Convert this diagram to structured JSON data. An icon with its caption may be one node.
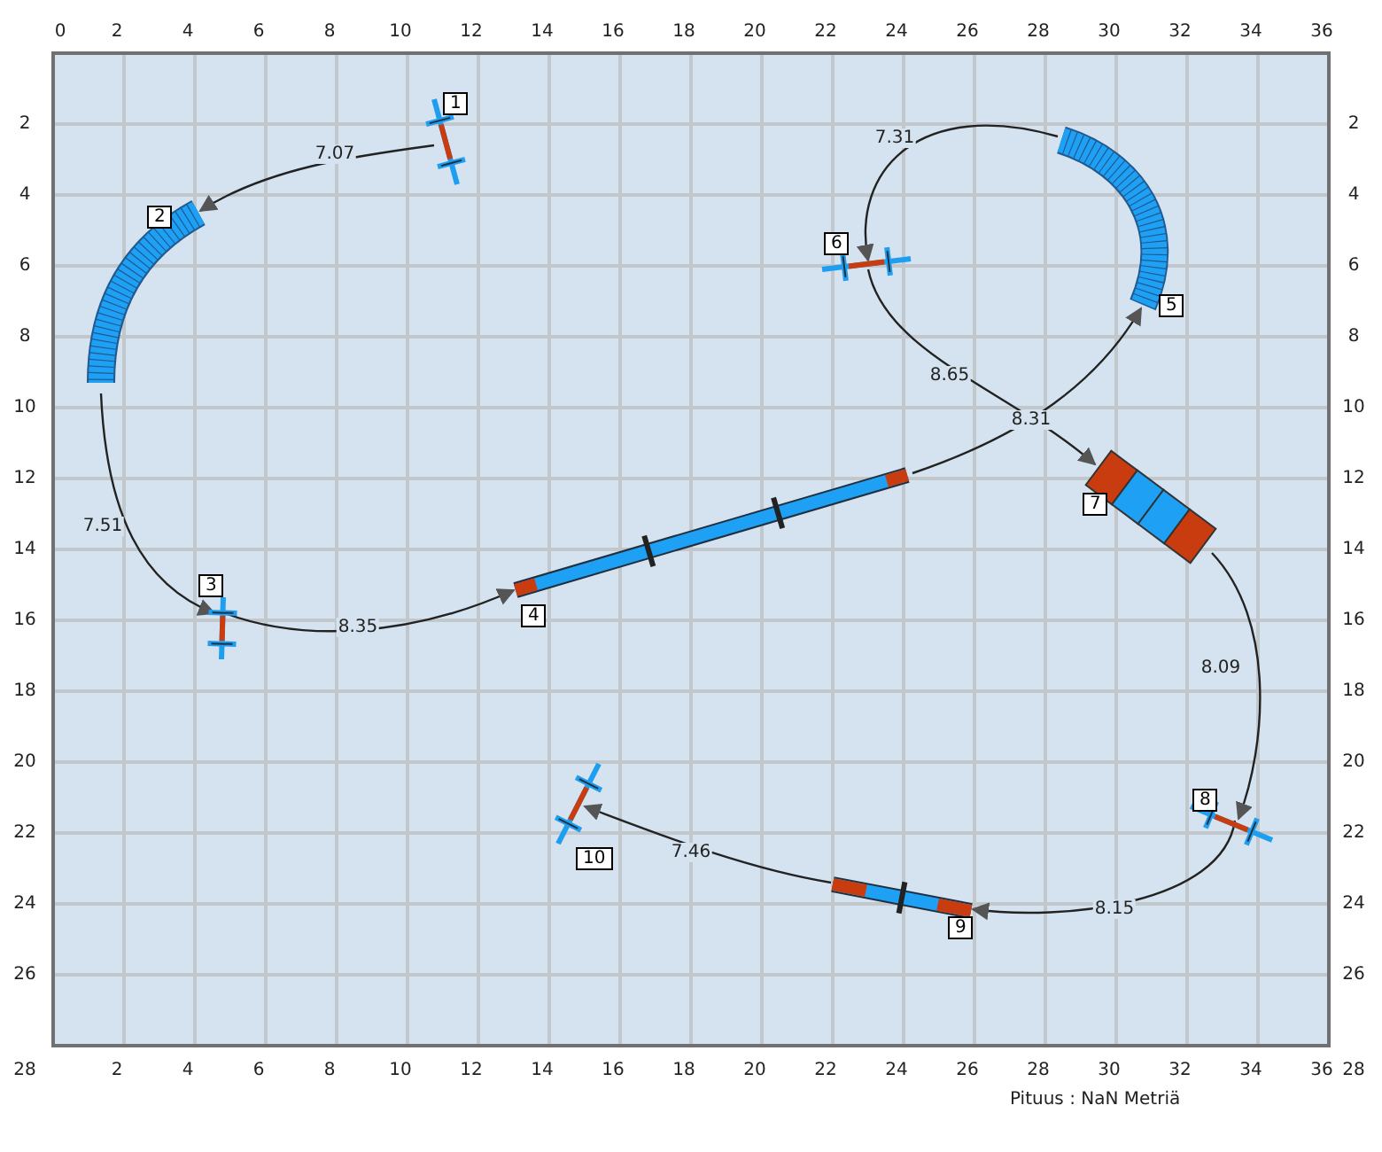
{
  "diagram": {
    "nodes": [
      {
        "text": [
          "1"
        ]
      },
      {
        "text": [
          "2"
        ]
      },
      {
        "text": [
          "3"
        ]
      },
      {
        "text": [
          "4"
        ]
      },
      {
        "text": [
          "5"
        ]
      },
      {
        "text": [
          "6"
        ]
      },
      {
        "text": [
          "7"
        ]
      },
      {
        "text": [
          "8"
        ]
      },
      {
        "text": [
          "9"
        ]
      },
      {
        "text": [
          "10"
        ]
      }
    ],
    "edges": [
      {
        "from": 0,
        "to": 1,
        "arrow": "to",
        "label": "7.07"
      },
      {
        "from": 1,
        "to": 2,
        "arrow": "to",
        "label": "7.51"
      },
      {
        "from": 2,
        "to": 3,
        "arrow": "to",
        "label": "8.35"
      },
      {
        "from": 3,
        "to": 4,
        "arrow": "to",
        "label": "8.31"
      },
      {
        "from": 4,
        "to": 5,
        "arrow": "to",
        "label": "7.31"
      },
      {
        "from": 5,
        "to": 6,
        "arrow": "to",
        "label": "8.65"
      },
      {
        "from": 6,
        "to": 7,
        "arrow": "to",
        "label": "8.09"
      },
      {
        "from": 7,
        "to": 8,
        "arrow": "to",
        "label": "8.15"
      },
      {
        "from": 8,
        "to": 9,
        "arrow": "to",
        "label": "7.46"
      }
    ],
    "labels": [
      "0",
      "2",
      "4",
      "6",
      "8",
      "10",
      "12",
      "14",
      "16",
      "18",
      "20",
      "22",
      "24",
      "26",
      "28",
      "30",
      "32",
      "34",
      "36",
      "2",
      "2",
      "4",
      "4",
      "6",
      "6",
      "8",
      "8",
      "10",
      "10",
      "12",
      "12",
      "14",
      "14",
      "16",
      "16",
      "18",
      "18",
      "20",
      "20",
      "22",
      "22",
      "24",
      "24",
      "26",
      "26",
      "28",
      "2",
      "4",
      "6",
      "8",
      "10",
      "12",
      "14",
      "16",
      "18",
      "20",
      "22",
      "24",
      "26",
      "28",
      "30",
      "32",
      "34",
      "36",
      "28",
      "Pituus : NaN Metriä"
    ]
  }
}
